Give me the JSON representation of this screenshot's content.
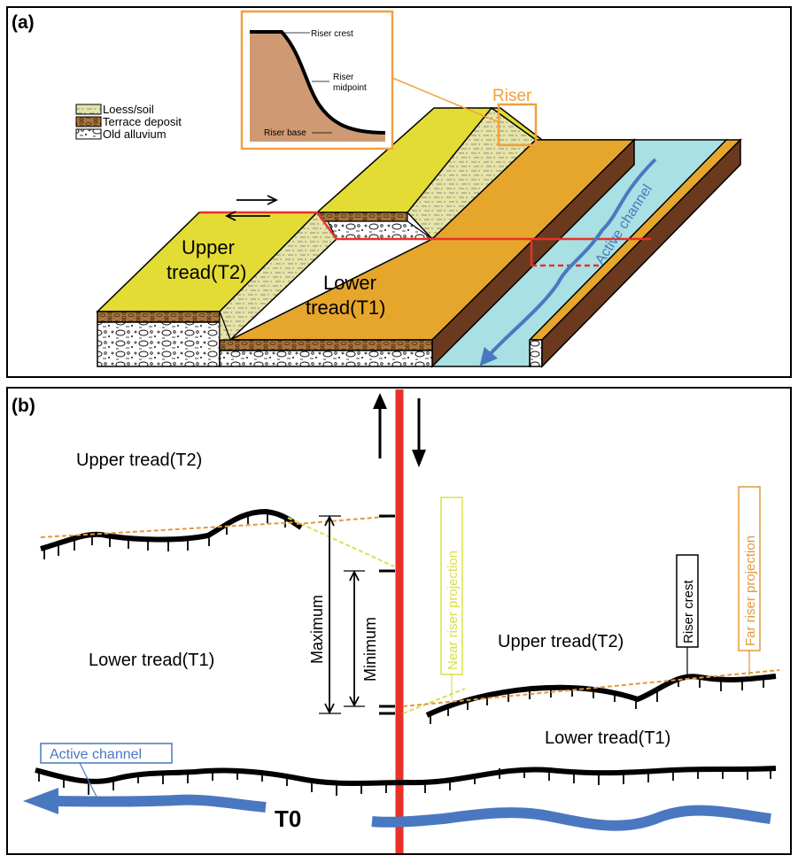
{
  "panel_a": {
    "tag": "(a)",
    "legend": [
      {
        "label": "Loess/soil",
        "icon": "loess-soil-swatch"
      },
      {
        "label": "Terrace deposit",
        "icon": "terrace-deposit-swatch"
      },
      {
        "label": "Old alluvium",
        "icon": "old-alluvium-swatch"
      }
    ],
    "inset": {
      "crest": "Riser crest",
      "midpoint_line1": "Riser",
      "midpoint_line2": "midpoint",
      "base": "Riser base"
    },
    "riser_label": "Riser",
    "upper_tread_line1": "Upper",
    "upper_tread_line2": "tread(T2)",
    "lower_tread_line1": "Lower",
    "lower_tread_line2": "tread(T1)",
    "channel": "Active channel"
  },
  "panel_b": {
    "tag": "(b)",
    "upper_left": "Upper tread(T2)",
    "lower_left": "Lower tread(T1)",
    "maximum": "Maximum",
    "minimum": "Minimum",
    "near_riser": "Near riser projection",
    "riser_crest": "Riser crest",
    "far_riser": "Far riser projection",
    "upper_right": "Upper tread(T2)",
    "lower_right": "Lower tread(T1)",
    "channel": "Active channel",
    "t0": "T0"
  },
  "colors": {
    "yellow_tread": "#e3dc34",
    "orange_tread": "#e6a62c",
    "dark_brown": "#6b3a1e",
    "terrace_brown": "#a8753a",
    "loess": "#e6e4a6",
    "water": "#a9e0e4",
    "channel_blue": "#4a78c0",
    "fault_red": "#e8312a",
    "inset_orange": "#f0a040",
    "inset_fill": "#cf9a73",
    "near_proj": "#d8e04a",
    "far_proj": "#e09a3c"
  }
}
